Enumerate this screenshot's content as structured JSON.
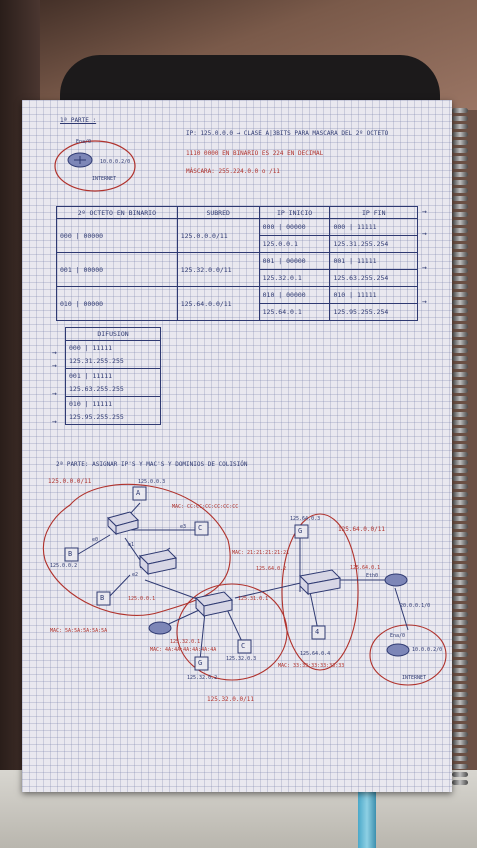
{
  "part1": {
    "title": "1ª PARTE :",
    "router_label_ena": "Ena/0",
    "router_ip": "10.0.0.2/0",
    "router_caption": "INTERNET",
    "notes": [
      "IP: 125.0.0.0 → CLASE A|3BITS PARA MASCARA DEL 2º OCTETO",
      "1110 0000 EN BINARIO ES 224 EN DECIMAL",
      "MÁSCARA: 255.224.0.0 o /11"
    ]
  },
  "main_table": {
    "headers": [
      "2º OCTETO EN BINARIO",
      "SUBRED",
      "IP INICIO",
      "IP FIN"
    ],
    "rows": [
      {
        "octet": "000 | 00000",
        "subnet": "125.0.0.0/11",
        "start_bin": "000 | 00000",
        "start_ip": "125.0.0.1",
        "end_bin": "000 | 11111",
        "end_ip": "125.31.255.254"
      },
      {
        "octet": "001 | 00000",
        "subnet": "125.32.0.0/11",
        "start_bin": "001 | 00000",
        "start_ip": "125.32.0.1",
        "end_bin": "001 | 11111",
        "end_ip": "125.63.255.254"
      },
      {
        "octet": "010 | 00000",
        "subnet": "125.64.0.0/11",
        "start_bin": "010 | 00000",
        "start_ip": "125.64.0.1",
        "end_bin": "010 | 11111",
        "end_ip": "125.95.255.254"
      }
    ]
  },
  "broadcast_table": {
    "header": "DIFUSION",
    "rows": [
      {
        "bin": "000 | 11111",
        "ip": "125.31.255.255"
      },
      {
        "bin": "001 | 11111",
        "ip": "125.63.255.255"
      },
      {
        "bin": "010 | 11111",
        "ip": "125.95.255.255"
      }
    ]
  },
  "part2": {
    "title": "2ª PARTE: ASIGNAR IP'S Y MAC'S Y DOMINIOS DE COLISIÓN",
    "net_left": "125.0.0.0/11",
    "net_right": "125.64.0.0/11",
    "net_bottom": "125.32.0.0/11",
    "hosts": [
      "A",
      "B",
      "B",
      "C",
      "C",
      "G",
      "4",
      "G"
    ],
    "ports": [
      "e0",
      "e1",
      "e2",
      "e3"
    ],
    "mac_labels": [
      "MAC: CC:CC:CC:CC:CC:CC",
      "MAC: 21:21:21:21:21",
      "MAC: 5A:5A:5A:5A:5A",
      "MAC: 4A:4A:4A:4A:4A:4A",
      "MAC: 33:33:33:33:33:33"
    ],
    "ip_labels": [
      "125.0.0.3",
      "125.0.0.2",
      "125.0.0.1",
      "125.31.0.1",
      "125.32.0.1",
      "125.32.0.2",
      "125.32.0.3",
      "125.64.0.1",
      "125.64.0.2",
      "125.64.0.3",
      "125.64.0.4"
    ],
    "right_router_ip": "20.0.0.1/0",
    "internet_router_ip": "10.0.0.2/0",
    "internet_label": "INTERNET",
    "ena_label": "Ena/0",
    "eth_label": "Eth0"
  }
}
